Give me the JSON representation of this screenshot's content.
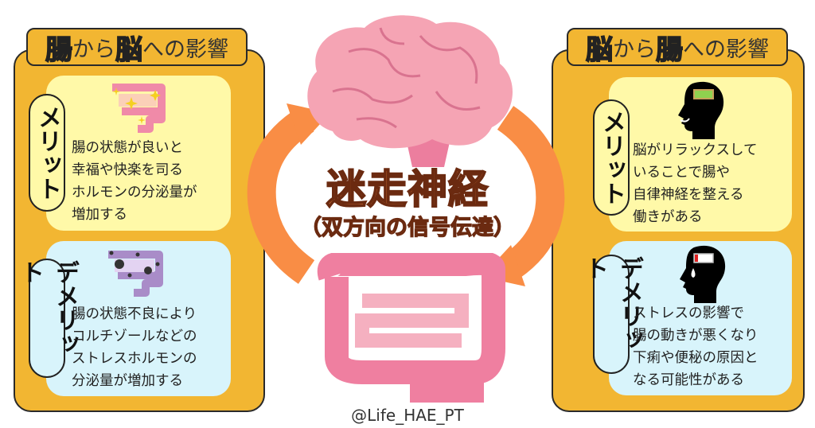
{
  "left_panel": {
    "title_part1": "腸",
    "title_part2": "から",
    "title_part3": "脳",
    "title_part4": "への影響",
    "merit": {
      "label": "メリット",
      "text": "腸の状態が良いと\n幸福や快楽を司る\nホルモンの分泌量が\n増加する",
      "icon": "sparkling-intestine-icon"
    },
    "demerit": {
      "label": "デメリット",
      "text": "腸の状態不良により\nコルチゾールなどの\nストレスホルモンの\n分泌量が増加する",
      "icon": "germ-intestine-icon"
    }
  },
  "right_panel": {
    "title_part1": "脳",
    "title_part2": "から",
    "title_part3": "腸",
    "title_part4": "への影響",
    "merit": {
      "label": "メリット",
      "text": "脳がリラックスして\nいることで腸や\n自律神経を整える\n働きがある",
      "icon": "head-full-battery-icon"
    },
    "demerit": {
      "label": "デメリット",
      "text": "ストレスの影響で\n腸の動きが悪くなり\n下痢や便秘の原因と\nなる可能性がある",
      "icon": "head-low-battery-icon"
    }
  },
  "center": {
    "title": "迷走神経",
    "subtitle": "（双方向の信号伝達）"
  },
  "credit": "@Life_HAE_PT",
  "colors": {
    "panel": "#f2b632",
    "merit_card": "#fff9a8",
    "demerit_card": "#d8f4fb",
    "arrow": "#f98d45",
    "organ": "#f08aa8"
  }
}
